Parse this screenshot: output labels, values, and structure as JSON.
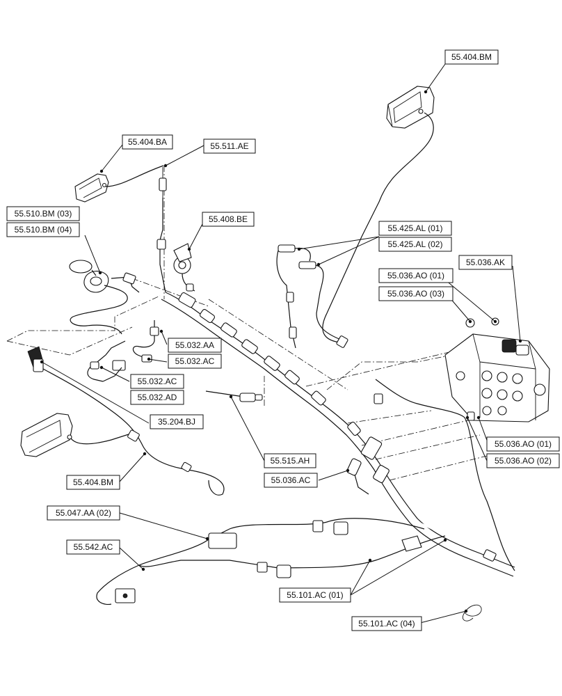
{
  "callouts": {
    "c_404bm_top": "55.404.BM",
    "c_404ba": "55.404.BA",
    "c_511ae": "55.511.AE",
    "c_510bm03": "55.510.BM (03)",
    "c_510bm04": "55.510.BM (04)",
    "c_408be": "55.408.BE",
    "c_425al01": "55.425.AL (01)",
    "c_425al02": "55.425.AL (02)",
    "c_036ak": "55.036.AK",
    "c_036ao01_top": "55.036.AO (01)",
    "c_036ao03": "55.036.AO (03)",
    "c_032aa": "55.032.AA",
    "c_032ac_a": "55.032.AC",
    "c_032ac_b": "55.032.AC",
    "c_032ad": "55.032.AD",
    "c_204bj": "35.204.BJ",
    "c_036ao01_bot": "55.036.AO (01)",
    "c_036ao02": "55.036.AO (02)",
    "c_515ah": "55.515.AH",
    "c_036ac": "55.036.AC",
    "c_404bm_left": "55.404.BM",
    "c_047aa02": "55.047.AA (02)",
    "c_542ac": "55.542.AC",
    "c_101ac01": "55.101.AC (01)",
    "c_101ac04": "55.101.AC (04)"
  }
}
